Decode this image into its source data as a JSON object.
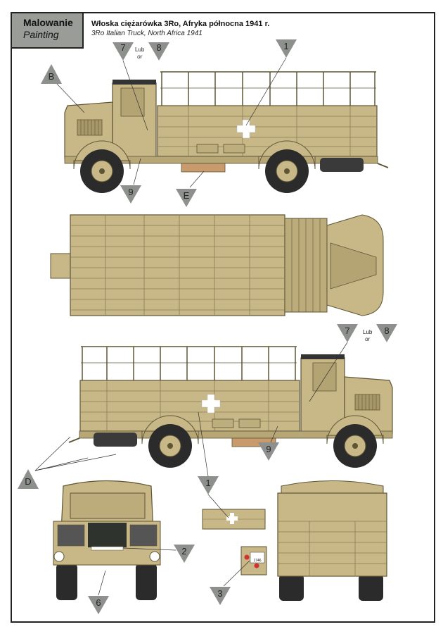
{
  "header": {
    "label_pl": "Malowanie",
    "label_en": "Painting"
  },
  "title": "Włoska ciężarówka 3Ro, Afryka północna 1941 r.",
  "subtitle": "3Ro Italian Truck, North Africa 1941",
  "alternative": {
    "pl": "Lub",
    "en": "or"
  },
  "callouts": {
    "c1": "1",
    "c2": "2",
    "c3": "3",
    "c6": "6",
    "c7": "7",
    "c8": "8",
    "c9": "9",
    "cB": "B",
    "cD": "D",
    "cE": "E"
  },
  "plate": {
    "number": "1746"
  },
  "colors": {
    "body": "#c8b888",
    "outline": "#5e5535",
    "tire": "#2b2b2b",
    "callout": "#8d908c"
  }
}
